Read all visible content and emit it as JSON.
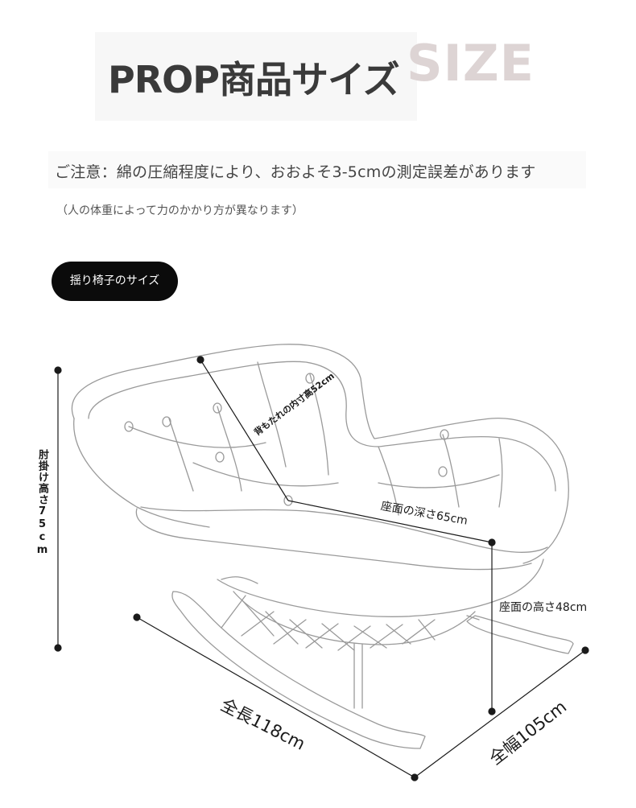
{
  "header": {
    "title": "PROP商品サイズ",
    "watermark": "SIZE"
  },
  "note": {
    "line1": "ご注意：綿の圧縮程度により、おおよそ3-5cmの測定誤差があります",
    "line2": "（人の体重によって力のかかり方が異なります）"
  },
  "section": {
    "label": "揺り椅子のサイズ"
  },
  "dimensions": {
    "back_height": "背もたれの内寸高52cm",
    "seat_depth": "座面の深さ65cm",
    "seat_height": "座面の高さ48cm",
    "total_length": "全長118cm",
    "total_width": "全幅105cm",
    "arm_height": "肘掛け高さ75cm"
  },
  "colors": {
    "line": "#1a1a1a",
    "sketch": "#9a9a9a",
    "pill": "#0b0b0b",
    "watermark": "#ddd4d4"
  }
}
